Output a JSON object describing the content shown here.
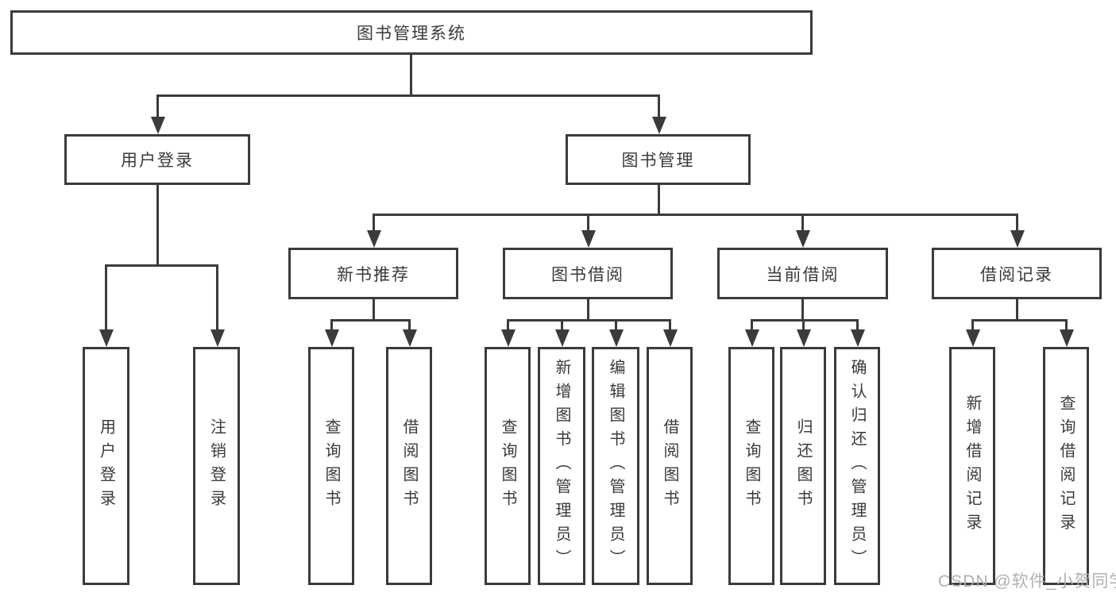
{
  "diagram": {
    "root": "图书管理系统",
    "level2": {
      "user_login": {
        "label": "用户登录",
        "children": [
          "用户登录",
          "注销登录"
        ]
      },
      "book_management": {
        "label": "图书管理",
        "sections": {
          "new_book_recommend": {
            "label": "新书推荐",
            "children": [
              "查询图书",
              "借阅图书"
            ]
          },
          "book_borrowing": {
            "label": "图书借阅",
            "children": [
              "查询图书",
              "新增图书（管理员）",
              "编辑图书（管理员）",
              "借阅图书"
            ]
          },
          "current_borrowing": {
            "label": "当前借阅",
            "children": [
              "查询图书",
              "归还图书",
              "确认归还（管理员）"
            ]
          },
          "borrowing_records": {
            "label": "借阅记录",
            "children": [
              "新增借阅记录",
              "查询借阅记录"
            ]
          }
        }
      }
    },
    "colors": {
      "line": "#3b3b3b",
      "text": "#3a3a3a",
      "background": "#ffffff",
      "watermark": "#acacb2"
    }
  },
  "watermark": {
    "text": "CSDN @软件_小贺同学"
  }
}
